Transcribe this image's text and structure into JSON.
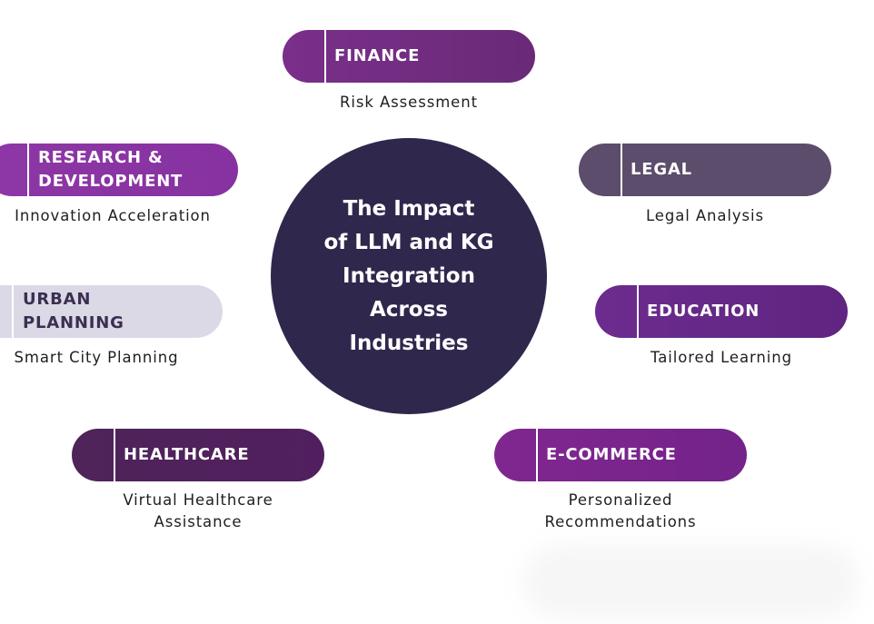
{
  "center": {
    "title": "The Impact\nof LLM and KG\nIntegration\nAcross\nIndustries"
  },
  "colors": {
    "center": "#30274d",
    "finance": "#6e2b7c",
    "legal": "#5b4d6b",
    "education": "#652987",
    "ecommerce": "#7a2489",
    "healthcare": "#4b2258",
    "research": "#8a35a3",
    "urban": "#dcd9e6",
    "urban_text": "#3b2f52"
  },
  "industries": [
    {
      "key": "finance",
      "label": "FINANCE",
      "caption": "Risk Assessment"
    },
    {
      "key": "legal",
      "label": "LEGAL",
      "caption": "Legal Analysis"
    },
    {
      "key": "education",
      "label": "EDUCATION",
      "caption": "Tailored Learning"
    },
    {
      "key": "ecommerce",
      "label": "E-COMMERCE",
      "caption": "Personalized\nRecommendations"
    },
    {
      "key": "healthcare",
      "label": "HEALTHCARE",
      "caption": "Virtual Healthcare\nAssistance"
    },
    {
      "key": "urban",
      "label": "URBAN\nPLANNING",
      "caption": "Smart City Planning"
    },
    {
      "key": "research",
      "label": "RESEARCH &\nDEVELOPMENT",
      "caption": "Innovation Acceleration"
    }
  ]
}
